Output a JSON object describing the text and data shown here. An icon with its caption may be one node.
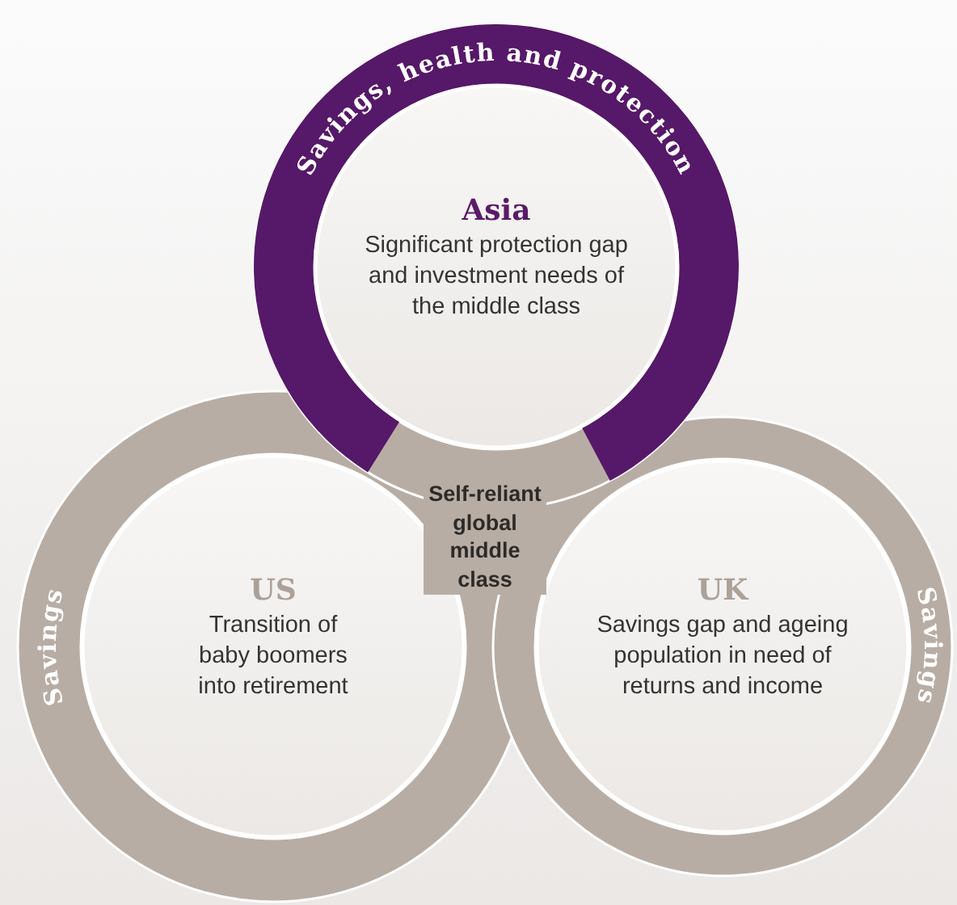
{
  "diagram": {
    "nodes": [
      {
        "text": [
          "Savings, health and protection"
        ]
      },
      {
        "text": [
          "Asia",
          "Significant protection gap and investment needs of the middle class"
        ],
        "in": 0
      },
      {
        "text": [
          "Savings"
        ]
      },
      {
        "text": [
          "US",
          "Transition of baby boomers into retirement"
        ],
        "in": 2
      },
      {
        "text": [
          "Savings"
        ]
      },
      {
        "text": [
          "UK",
          "Savings gap and ageing population in need of returns and income"
        ],
        "in": 4
      },
      {
        "text": [
          "Self-reliant global middle class"
        ]
      }
    ]
  }
}
